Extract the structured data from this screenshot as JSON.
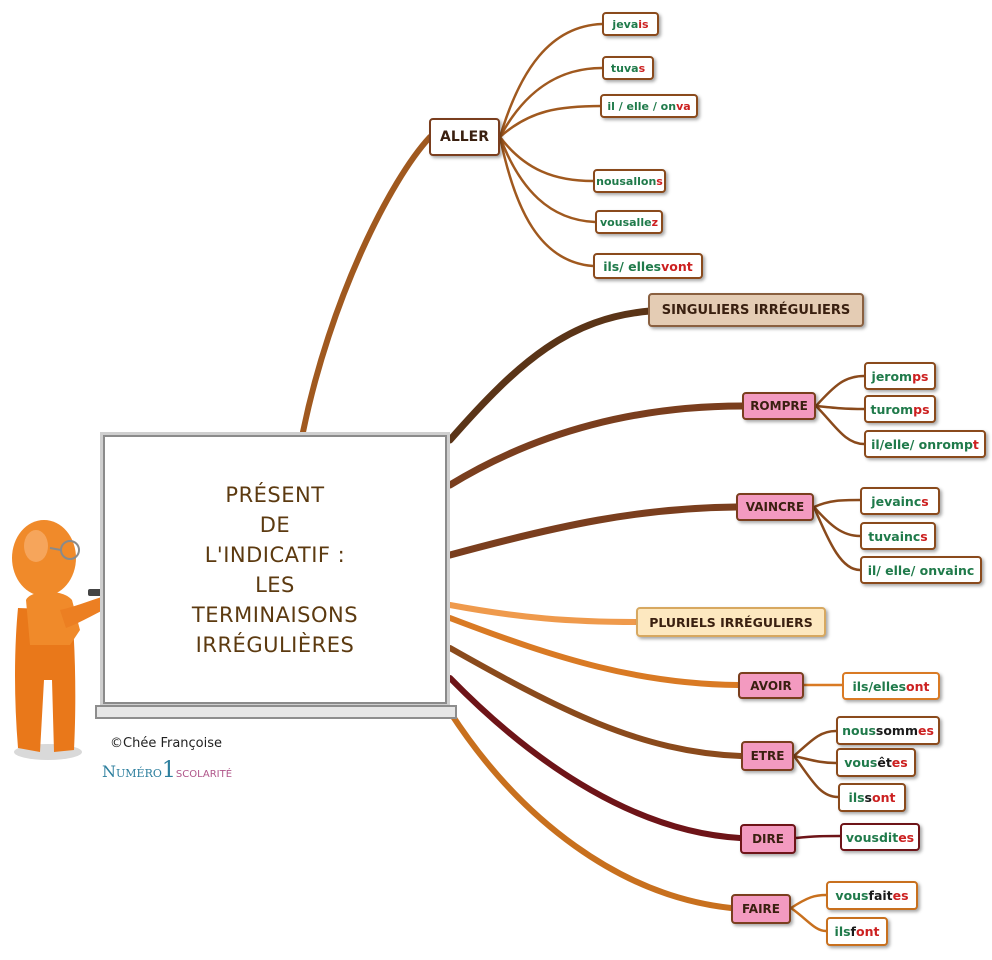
{
  "board": {
    "title_lines": [
      "PRÉSENT",
      "DE",
      "L'INDICATIF :",
      "LES",
      "TERMINAISONS",
      "IRRÉGULIÈRES"
    ]
  },
  "credit": "©Chée Françoise",
  "logo": {
    "part1": "N",
    "part2": "UMÉRO",
    "part3": "1",
    "part4": "SCOLARITÉ"
  },
  "aller": {
    "label": "ALLER",
    "forms": [
      [
        [
          "g",
          "je "
        ],
        [
          "g",
          "va"
        ],
        [
          "r",
          "is"
        ]
      ],
      [
        [
          "g",
          "tu "
        ],
        [
          "g",
          "va"
        ],
        [
          "r",
          "s"
        ]
      ],
      [
        [
          "g",
          "il / elle / on "
        ],
        [
          "r",
          "va"
        ]
      ],
      [
        [
          "g",
          "nous "
        ],
        [
          "g",
          "allon"
        ],
        [
          "r",
          "s"
        ]
      ],
      [
        [
          "g",
          "vous "
        ],
        [
          "g",
          "alle"
        ],
        [
          "r",
          "z"
        ]
      ],
      [
        [
          "g",
          "ils/ elles "
        ],
        [
          "r",
          "vont"
        ]
      ]
    ]
  },
  "singuliers": {
    "label": "SINGULIERS IRRÉGULIERS"
  },
  "rompre": {
    "label": "ROMPRE",
    "forms": [
      [
        [
          "g",
          "je "
        ],
        [
          "g",
          "rom"
        ],
        [
          "r",
          "ps"
        ]
      ],
      [
        [
          "g",
          "tu "
        ],
        [
          "g",
          "rom"
        ],
        [
          "r",
          "ps"
        ]
      ],
      [
        [
          "g",
          "il/elle/ on "
        ],
        [
          "g",
          "romp"
        ],
        [
          "r",
          "t"
        ]
      ]
    ]
  },
  "vaincre": {
    "label": "VAINCRE",
    "forms": [
      [
        [
          "g",
          "je "
        ],
        [
          "g",
          "vainc"
        ],
        [
          "r",
          "s"
        ]
      ],
      [
        [
          "g",
          "tu "
        ],
        [
          "g",
          "vainc"
        ],
        [
          "r",
          "s"
        ]
      ],
      [
        [
          "g",
          "il/ elle/ on "
        ],
        [
          "g",
          "vainc"
        ]
      ]
    ]
  },
  "pluriels": {
    "label": "PLURIELS IRRÉGULIERS"
  },
  "avoir": {
    "label": "AVOIR",
    "forms": [
      [
        [
          "g",
          "ils/elles "
        ],
        [
          "r",
          "ont"
        ]
      ]
    ]
  },
  "etre": {
    "label": "ETRE",
    "forms": [
      [
        [
          "g",
          "nous "
        ],
        [
          "d",
          "somm"
        ],
        [
          "r",
          "es"
        ]
      ],
      [
        [
          "g",
          "vous "
        ],
        [
          "d",
          "êt"
        ],
        [
          "r",
          "es"
        ]
      ],
      [
        [
          "g",
          "ils "
        ],
        [
          "d",
          "s"
        ],
        [
          "r",
          "ont"
        ]
      ]
    ]
  },
  "dire": {
    "label": "DIRE",
    "forms": [
      [
        [
          "g",
          "vous "
        ],
        [
          "g",
          "dit"
        ],
        [
          "r",
          "es"
        ]
      ]
    ]
  },
  "faire": {
    "label": "FAIRE",
    "forms": [
      [
        [
          "g",
          "vous "
        ],
        [
          "d",
          "fait"
        ],
        [
          "r",
          "es"
        ]
      ],
      [
        [
          "g",
          "ils "
        ],
        [
          "d",
          "f"
        ],
        [
          "r",
          "ont"
        ]
      ]
    ]
  }
}
